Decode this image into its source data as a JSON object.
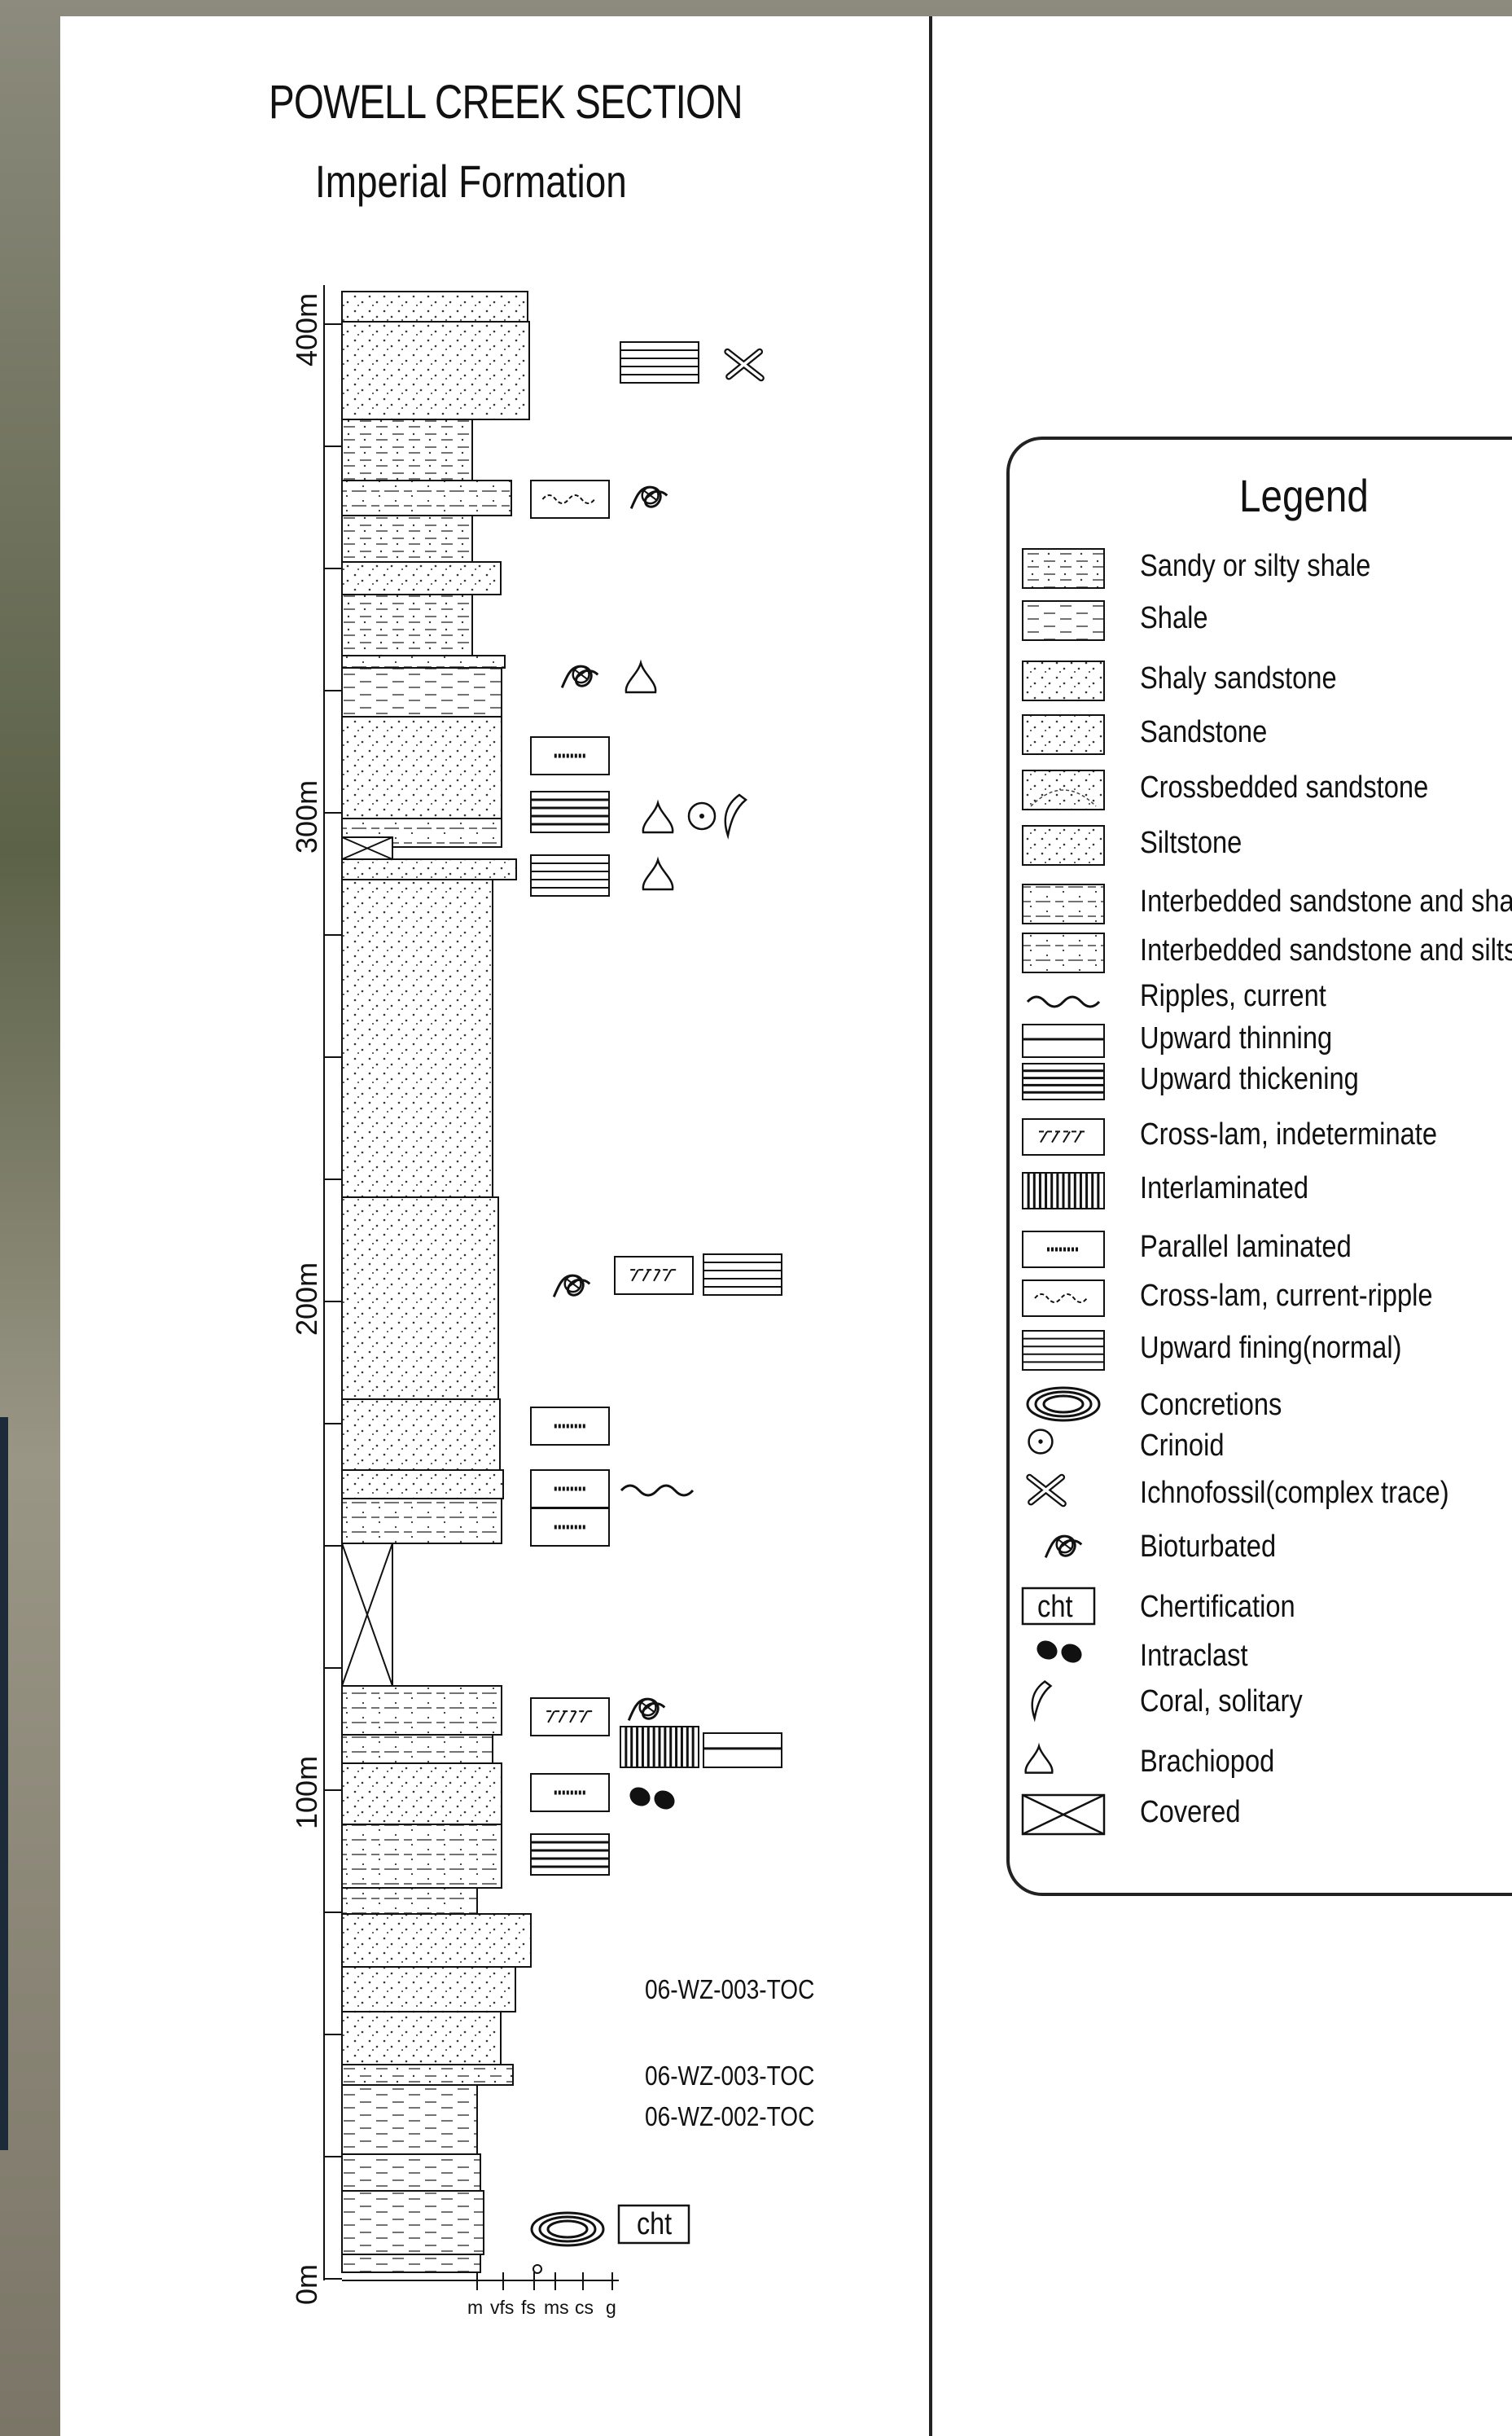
{
  "section": {
    "title": "POWELL CREEK SECTION",
    "subtitle": "Imperial Formation"
  },
  "depth_axis": {
    "unit": "m",
    "ticks": [
      "0m",
      "100m",
      "200m",
      "300m",
      "400m"
    ]
  },
  "grain_size_scale": [
    "m",
    "vfs",
    "fs",
    "ms",
    "cs",
    "g"
  ],
  "samples": [
    "06-WZ-003-TOC",
    "06-WZ-003-TOC",
    "06-WZ-002-TOC"
  ],
  "chert_label": "cht",
  "legend": {
    "title": "Legend",
    "items": [
      {
        "label": "Sandy or silty shale",
        "icon": "sandy-shale-swatch"
      },
      {
        "label": "Shale",
        "icon": "shale-swatch"
      },
      {
        "label": "Shaly sandstone",
        "icon": "shaly-sandstone-swatch"
      },
      {
        "label": "Sandstone",
        "icon": "sandstone-swatch"
      },
      {
        "label": "Crossbedded sandstone",
        "icon": "crossbedded-sandstone-swatch"
      },
      {
        "label": "Siltstone",
        "icon": "siltstone-swatch"
      },
      {
        "label": "Interbedded sandstone and shale",
        "icon": "interbedded-sand-shale-swatch"
      },
      {
        "label": "Interbedded sandstone and siltstone",
        "icon": "interbedded-sand-silt-swatch"
      },
      {
        "label": "Ripples, current",
        "icon": "ripple-icon"
      },
      {
        "label": "Upward thinning",
        "icon": "upward-thinning-icon"
      },
      {
        "label": "Upward thickening",
        "icon": "upward-thickening-icon"
      },
      {
        "label": "Cross-lam, indeterminate",
        "icon": "cross-lam-indeterminate-icon"
      },
      {
        "label": "Interlaminated",
        "icon": "interlaminated-icon"
      },
      {
        "label": "Parallel laminated",
        "icon": "parallel-laminated-icon"
      },
      {
        "label": "Cross-lam, current-ripple",
        "icon": "cross-lam-ripple-icon"
      },
      {
        "label": "Upward fining(normal)",
        "icon": "upward-fining-icon"
      },
      {
        "label": "Concretions",
        "icon": "concretion-icon"
      },
      {
        "label": "Crinoid",
        "icon": "crinoid-icon"
      },
      {
        "label": "Ichnofossil(complex trace)",
        "icon": "ichnofossil-icon"
      },
      {
        "label": "Bioturbated",
        "icon": "bioturbated-icon"
      },
      {
        "label": "Chertification",
        "icon": "chert-icon"
      },
      {
        "label": "Intraclast",
        "icon": "intraclast-icon"
      },
      {
        "label": "Coral, solitary",
        "icon": "coral-icon"
      },
      {
        "label": "Brachiopod",
        "icon": "brachiopod-icon"
      },
      {
        "label": "Covered",
        "icon": "covered-icon"
      }
    ]
  },
  "colors": {
    "panel": "#ffffff",
    "ink": "#111111",
    "background_photo": "#6f6a5c"
  }
}
